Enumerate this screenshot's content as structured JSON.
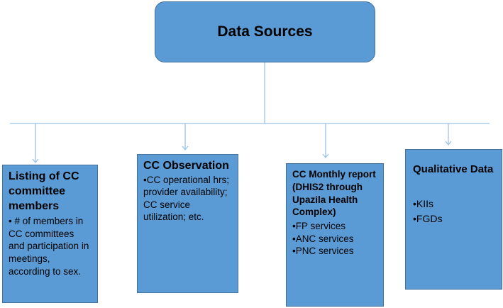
{
  "root": {
    "label": "Data Sources"
  },
  "children": [
    {
      "title": "Listing of CC committee members",
      "items": [
        "• # of members in CC committees and participation in meetings, according to sex."
      ]
    },
    {
      "title": "CC Observation",
      "items": [
        "•CC operational hrs; provider availability; CC service utilization; etc."
      ]
    },
    {
      "title": "CC Monthly report (DHIS2 through Upazila Health Complex)",
      "items": [
        "•FP services",
        "•ANC services",
        "•PNC services"
      ]
    },
    {
      "title": "Qualitative Data",
      "items": [
        "•KIIs",
        "•FGDs"
      ]
    }
  ],
  "colors": {
    "box_fill": "#5b9bd5",
    "box_border": "#41719c",
    "connector": "#9dc3e6"
  }
}
